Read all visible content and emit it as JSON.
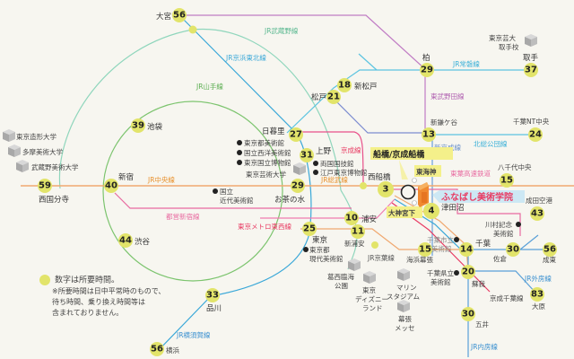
{
  "map": {
    "destination": "ふなばし美術学院",
    "hub_label": "船橋/京成船橋",
    "colors": {
      "background": "#f7f6f0",
      "badge": "#e2e46a",
      "jr_musashino": "#7fcfb0",
      "jr_yamanote": "#76c26a",
      "jr_keihin_tohoku": "#3aa8d8",
      "jr_chuo": "#f0a870",
      "toei_shinjuku": "#e86aa0",
      "tozai": "#e86aa0",
      "keisei": "#e83a62",
      "tobu_noda": "#b060b0",
      "jr_joban": "#5cc4e0",
      "hokuso": "#5cc4e0",
      "keiyo": "#f0a870",
      "sotobo": "#5aa0d8",
      "destination_text": "#e83a62",
      "highlight_label_bg": "#f4f08a"
    }
  },
  "lines": {
    "jr_musashino": "JR武蔵野線",
    "jr_keihin_tohoku": "JR京浜東北線",
    "jr_yamanote": "JR山手線",
    "jr_joban": "JR常磐線",
    "tobu_noda": "東武野田線",
    "keisei": "京成線",
    "jr_sobu": "JR総武線",
    "jr_chuo": "JR中央線",
    "toei_shinjuku": "都営新宿線",
    "tozai": "東京メトロ東西線",
    "shin_keisei": "新京成線",
    "hokuso": "北総公団線",
    "toyo": "東葉高速鉄道",
    "keiyo": "JR京葉線",
    "sotobo": "JR外房線",
    "keisei_chiba": "京成千葉線",
    "uchibo": "JR内房線",
    "yokosuka": "JR横須賀線"
  },
  "stations": {
    "omiya": {
      "name": "大宮",
      "time": "56"
    },
    "kashiwa": {
      "name": "柏",
      "time": "29"
    },
    "toride": {
      "name": "取手",
      "time": "37"
    },
    "shinmatsudo": {
      "name": "新松戸",
      "time": "18"
    },
    "matsudo": {
      "name": "松戸",
      "time": "21"
    },
    "ikebukuro": {
      "name": "池袋",
      "time": "39"
    },
    "nippori": {
      "name": "日暮里",
      "time": "27"
    },
    "shinkamagaya": {
      "name": "新鎌ケ谷",
      "time": "13"
    },
    "chibant": {
      "name": "千葉NT中央",
      "time": "24"
    },
    "ueno": {
      "name": "上野",
      "time": "31"
    },
    "shinjuku": {
      "name": "新宿",
      "time": "40"
    },
    "kokubunji": {
      "name": "西国分寺",
      "time": "59"
    },
    "ochanomizu": {
      "name": "お茶の水",
      "time": "29"
    },
    "nishifunabashi": {
      "name": "西船橋",
      "time": "3"
    },
    "yachiyo": {
      "name": "八千代中央",
      "time": "15"
    },
    "tsudanuma": {
      "name": "津田沼",
      "time": "4"
    },
    "narita": {
      "name": "成田空港",
      "time": "43"
    },
    "urayasu": {
      "name": "浦安",
      "time": "10"
    },
    "shinurayasu": {
      "name": "新浦安",
      "time": "11"
    },
    "tokyo": {
      "name": "東京",
      "time": "25"
    },
    "shibuya": {
      "name": "渋谷",
      "time": "44"
    },
    "kaihin": {
      "name": "海浜幕張",
      "time": "15"
    },
    "chiba": {
      "name": "千葉",
      "time": "14"
    },
    "sakura": {
      "name": "佐倉",
      "time": "30"
    },
    "naruto": {
      "name": "成東",
      "time": "56"
    },
    "soga": {
      "name": "蘇我",
      "time": "20"
    },
    "ohara": {
      "name": "大原",
      "time": "83"
    },
    "goi": {
      "name": "五井",
      "time": "30"
    },
    "shinagawa": {
      "name": "品川",
      "time": "33"
    },
    "yokohama": {
      "name": "横浜",
      "time": "56"
    },
    "tokaijin": {
      "name": "東海神"
    },
    "daijingu": {
      "name": "大神宮下"
    }
  },
  "landmarks": {
    "geidai_toride_1": "東京芸大",
    "geidai_toride_2": "取手校",
    "zokei": "東京造形大学",
    "tamabi": "多摩美術大学",
    "musabi": "武蔵野美術大学",
    "tobikan": "東京都美術館",
    "seiyo": "国立西洋美術館",
    "hakubutsukan": "東京国立博物館",
    "geidai": "東京芸術大学",
    "kokugikan": "両国国技館",
    "edo": "江戸東京博物館",
    "kindai_1": "国立",
    "kindai_2": "近代美術館",
    "mot_1": "東京都",
    "mot_2": "現代美術館",
    "kasai_1": "葛西臨海",
    "kasai_2": "公園",
    "disney_1": "東京",
    "disney_2": "ディズニー",
    "disney_3": "ランド",
    "marine_1": "マリン",
    "marine_2": "スタジアム",
    "messe_1": "幕張",
    "messe_2": "メッセ",
    "chiba_city_1": "千葉市立",
    "chiba_city_2": "美術館",
    "chiba_pref_1": "千葉県立",
    "chiba_pref_2": "美術館",
    "kawamura_1": "川村記念",
    "kawamura_2": "美術館"
  },
  "legend": {
    "title": "数字は所要時間。",
    "note_1": "※所要時間は日中平常時のもので、",
    "note_2": "待ち時間、乗り換え時間等は",
    "note_3": "含まれておりません。"
  }
}
